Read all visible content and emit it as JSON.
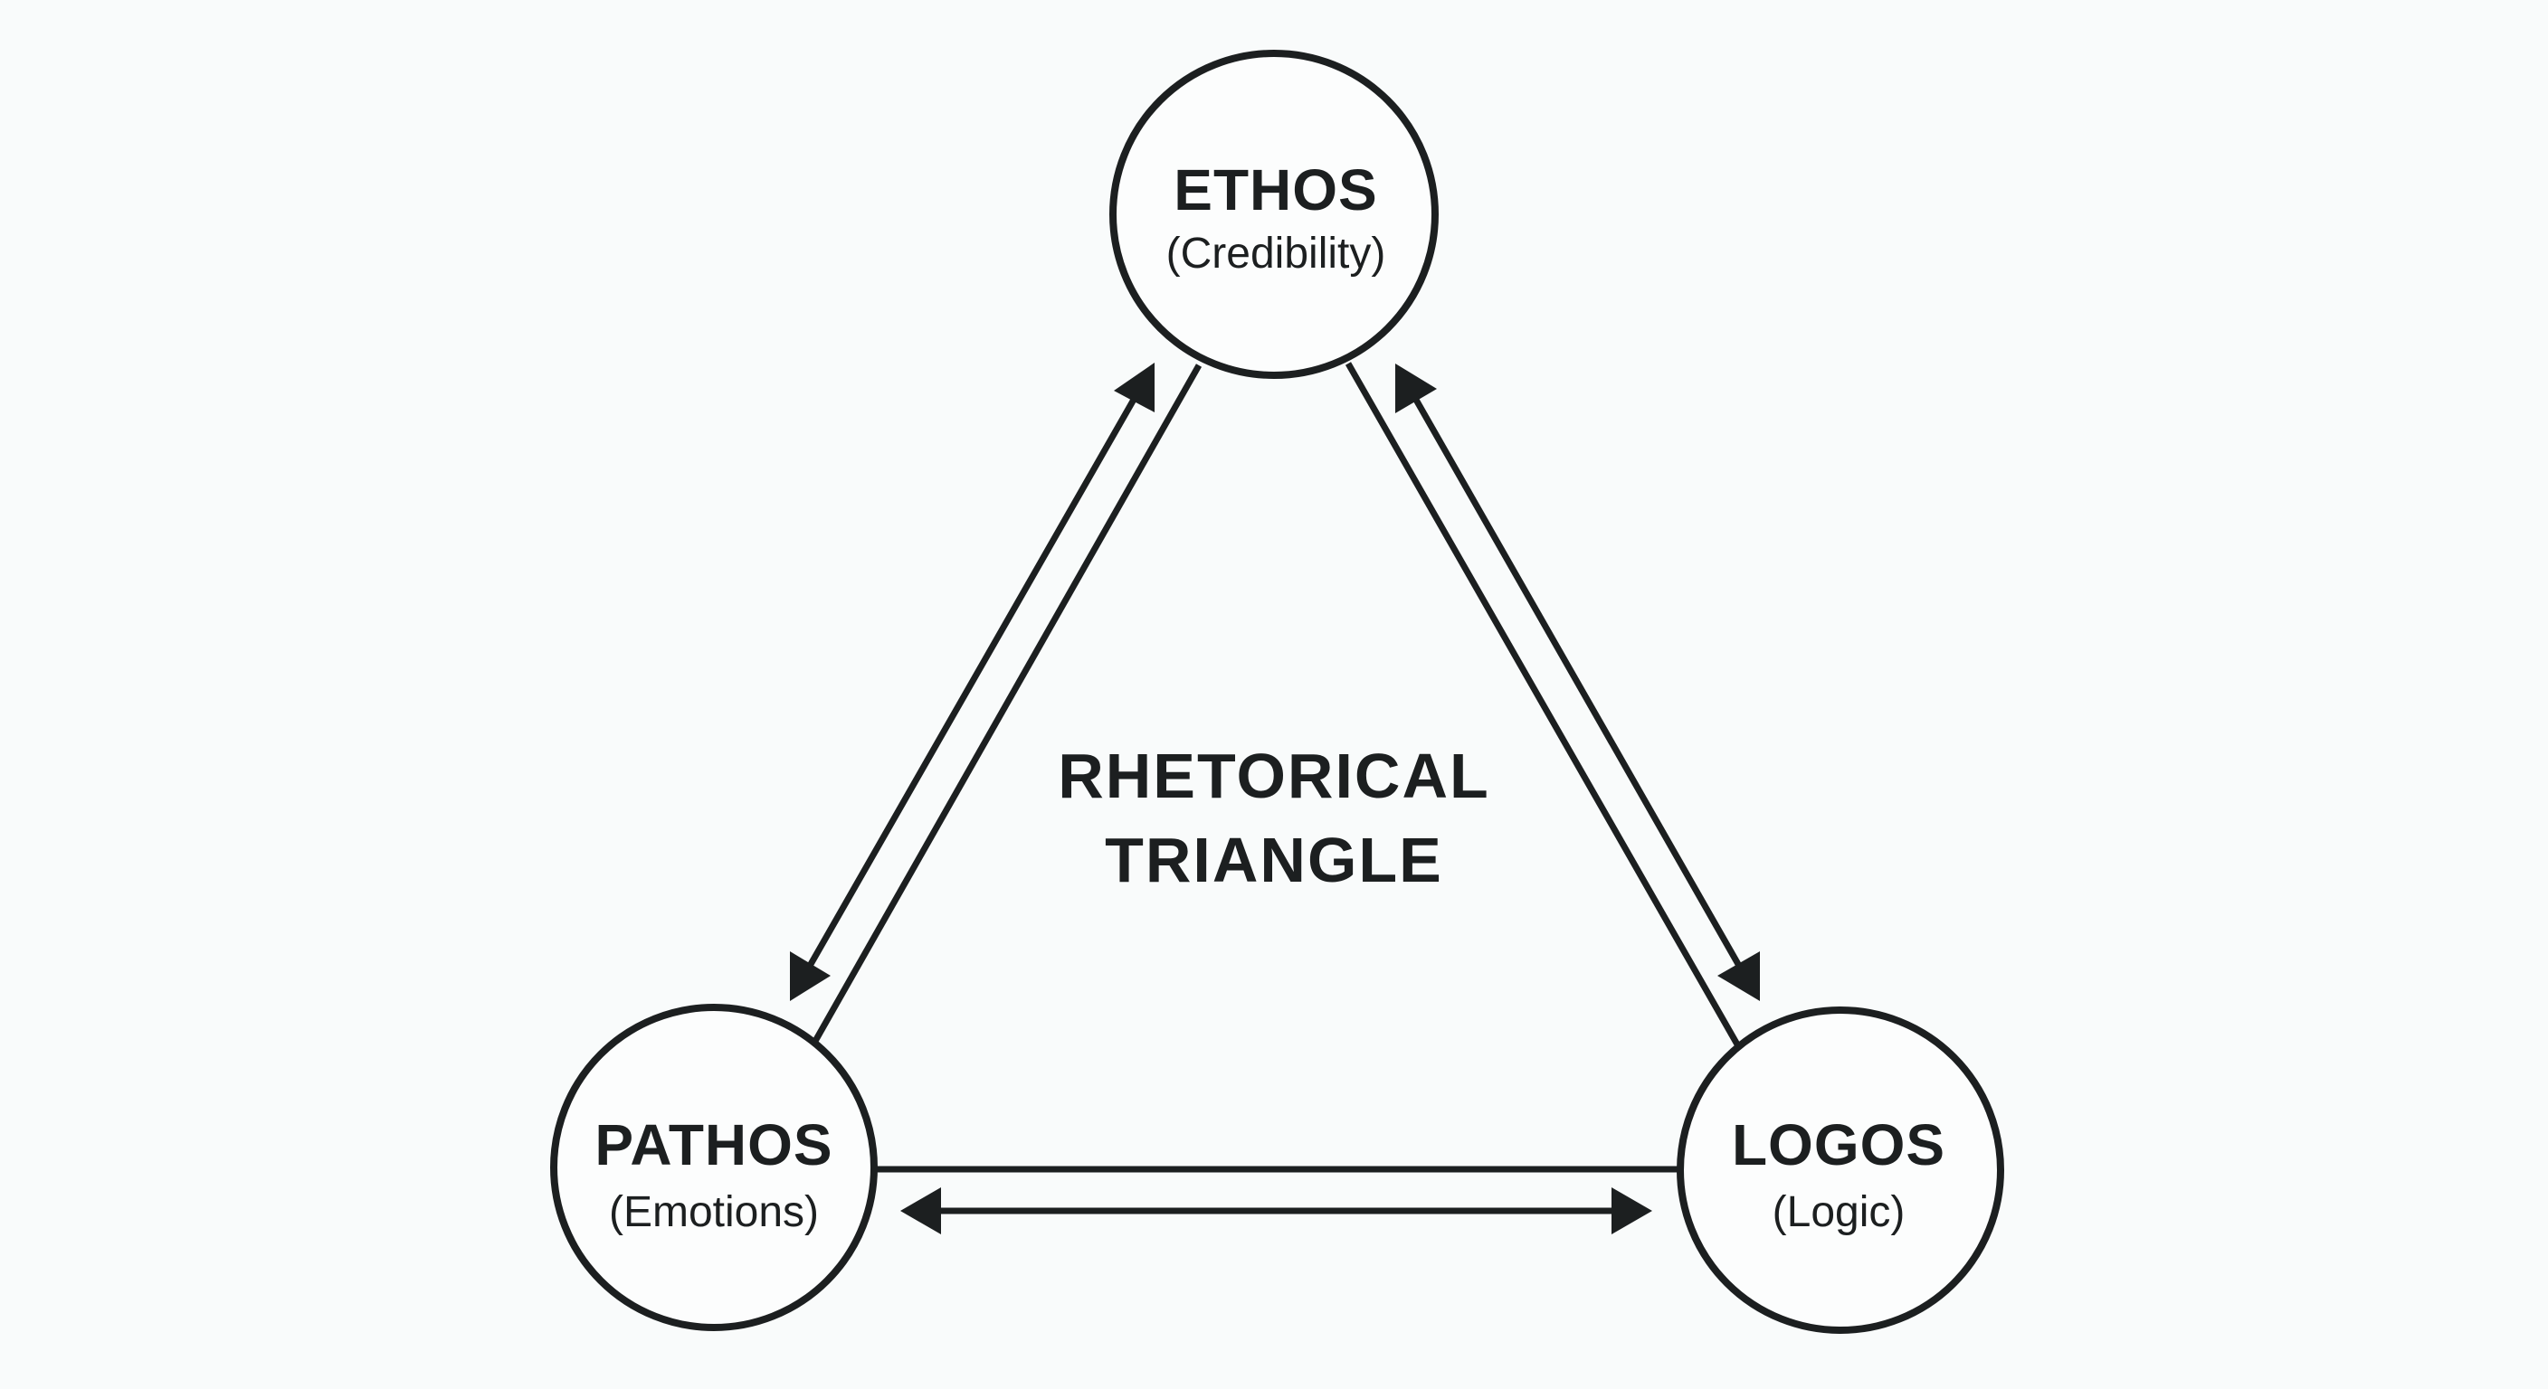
{
  "diagram": {
    "title": {
      "line1": "RHETORICAL",
      "line2": "TRIANGLE"
    },
    "nodes": [
      {
        "id": "ethos",
        "label": "ETHOS",
        "sublabel": "(Credibility)"
      },
      {
        "id": "pathos",
        "label": "PATHOS",
        "sublabel": "(Emotions)"
      },
      {
        "id": "logos",
        "label": "LOGOS",
        "sublabel": "(Logic)"
      }
    ],
    "connections": [
      {
        "from": "ethos",
        "to": "pathos",
        "type": "bidirectional-arrow-with-line"
      },
      {
        "from": "ethos",
        "to": "logos",
        "type": "bidirectional-arrow-with-line"
      },
      {
        "from": "pathos",
        "to": "logos",
        "type": "bidirectional-arrow-with-line"
      }
    ],
    "colors": {
      "background": "#f9fbfb",
      "ink": "#1c1f20"
    }
  }
}
